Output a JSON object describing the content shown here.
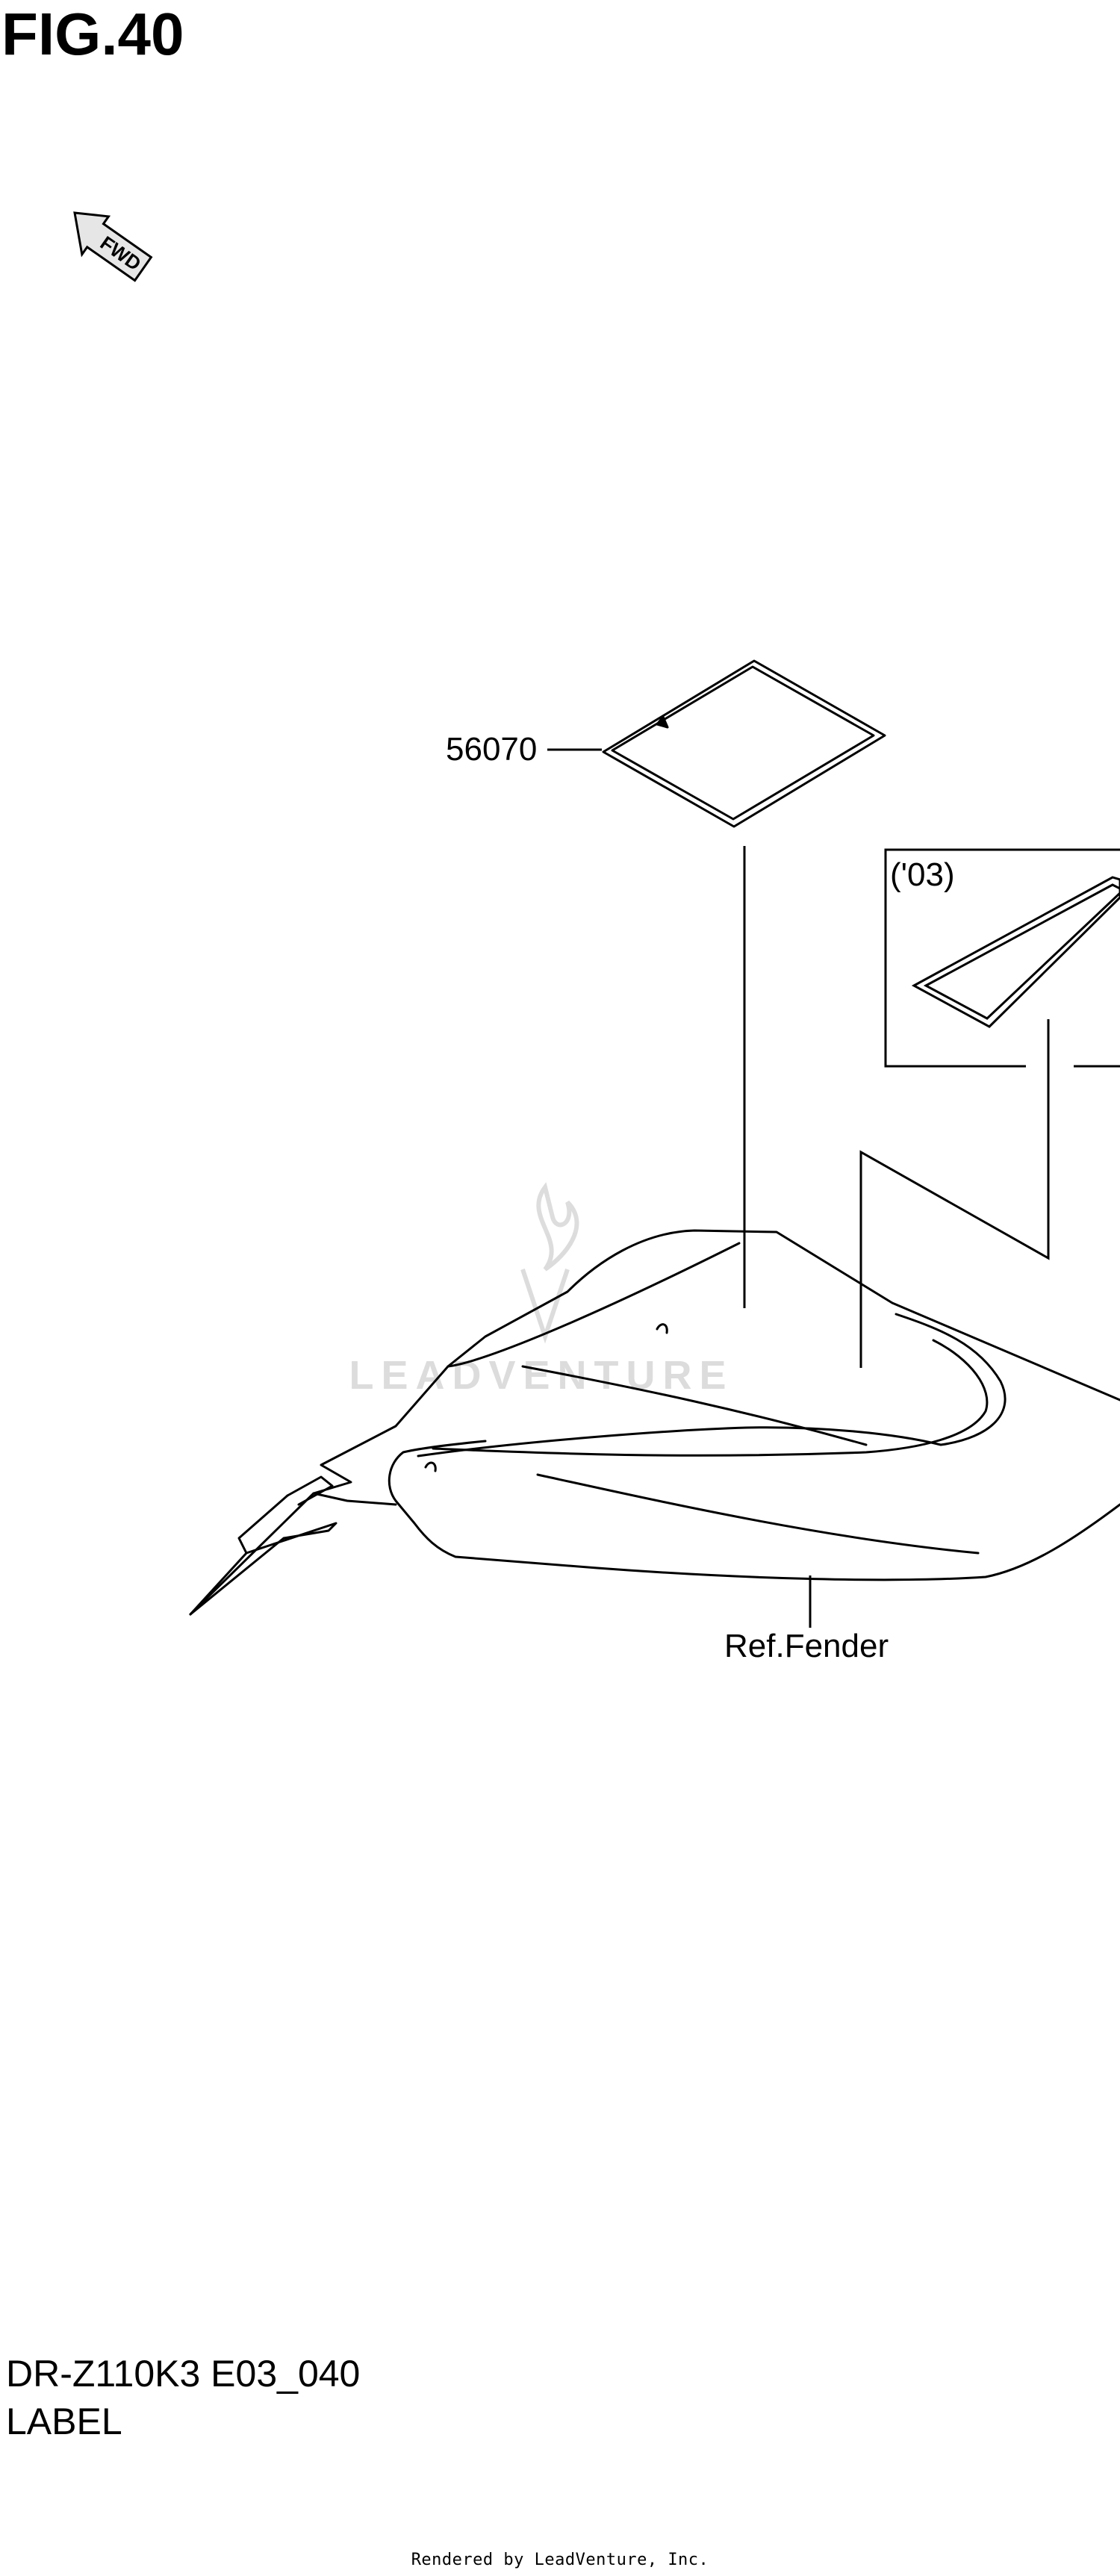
{
  "figure": {
    "title": "FIG.40",
    "direction_badge": {
      "label": "FWD",
      "icon": "fwd-arrow-icon"
    },
    "watermark": {
      "text": "LEADVENTURE",
      "icon": "flame-logo-icon"
    }
  },
  "callouts": {
    "part_56070": "56070",
    "year_variant": "('03)",
    "ref_fender": "Ref.Fender"
  },
  "footer_info": {
    "model_code": "DR-Z110K3 E03_040",
    "section_name": "LABEL",
    "rendered_by": "Rendered by LeadVenture, Inc."
  },
  "colors": {
    "line": "#000000",
    "background": "#ffffff",
    "watermark": "#d9d9d9"
  }
}
